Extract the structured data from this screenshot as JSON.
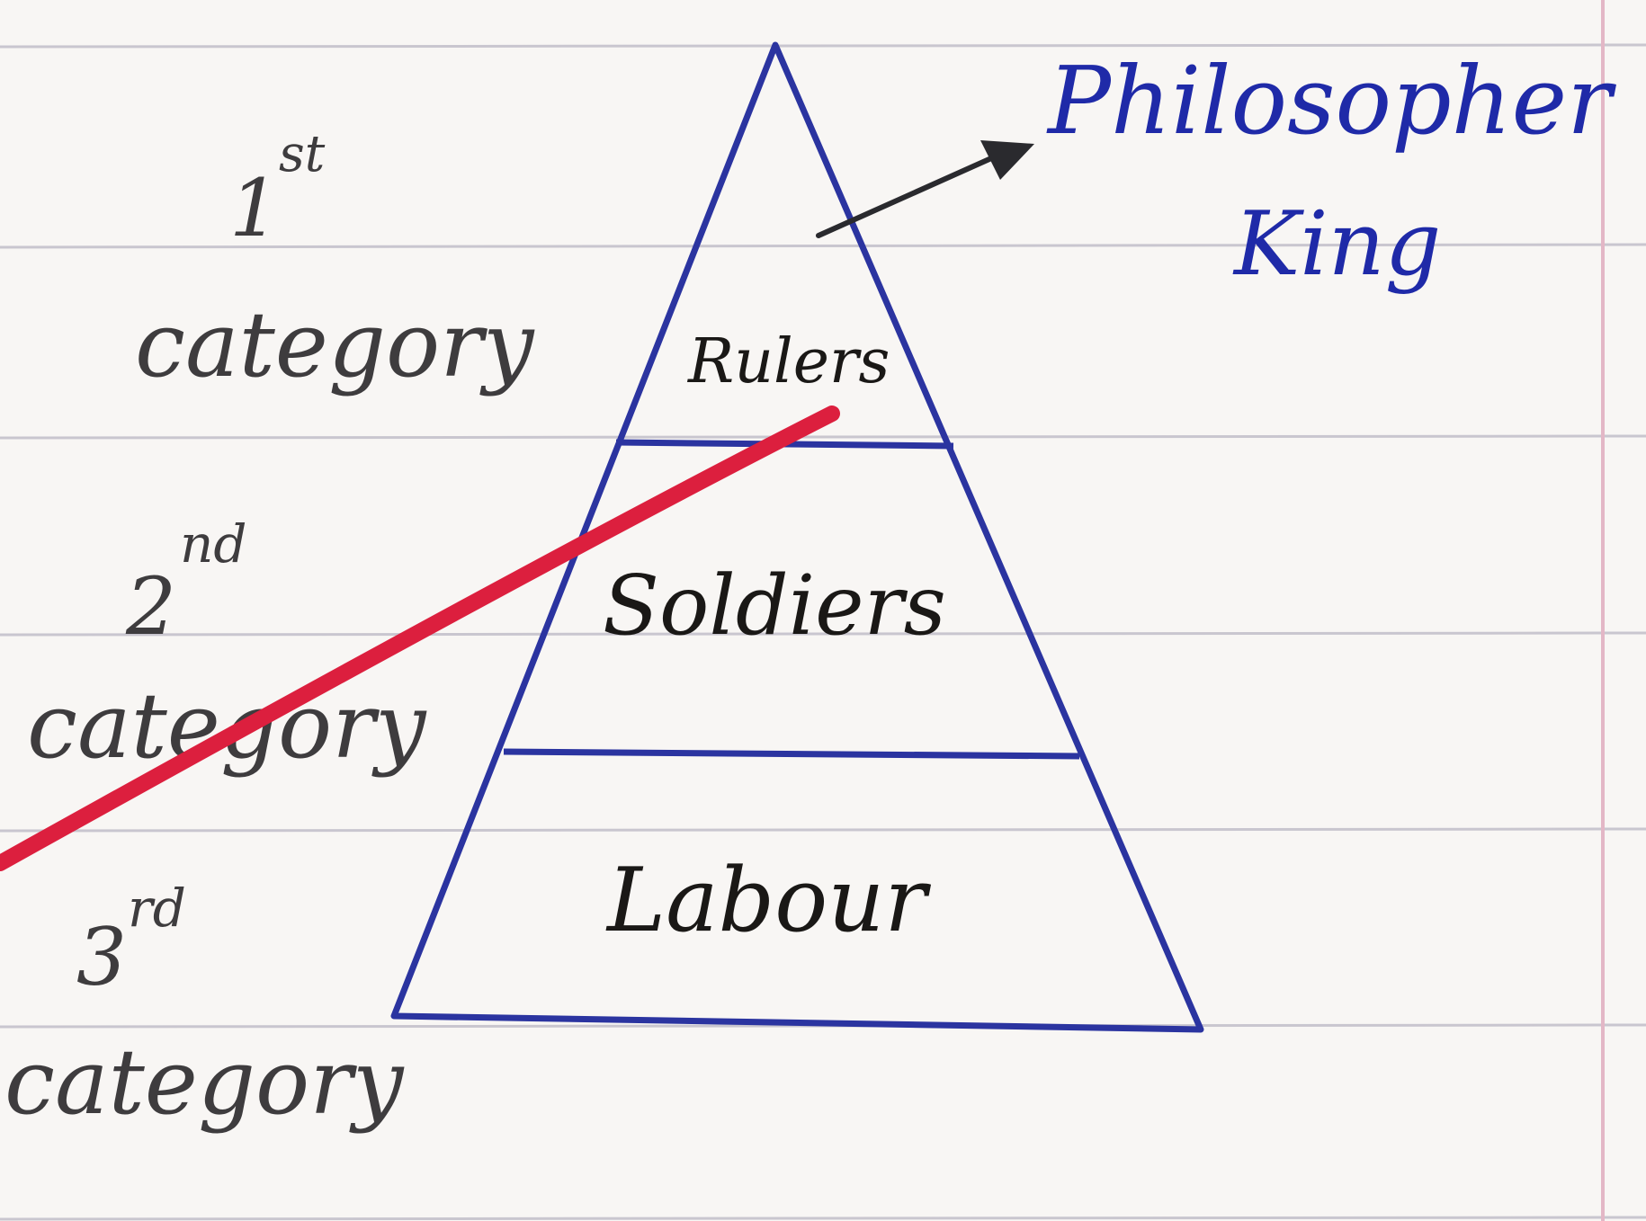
{
  "category_labels": [
    {
      "ordinal": "1",
      "suffix": "st",
      "word": "category"
    },
    {
      "ordinal": "2",
      "suffix": "nd",
      "word": "category"
    },
    {
      "ordinal": "3",
      "suffix": "rd",
      "word": "category"
    }
  ],
  "pyramid": {
    "tiers": [
      "Rulers",
      "Soldiers",
      "Labour"
    ]
  },
  "annotation": {
    "line1": "Philosopher",
    "line2": "King"
  },
  "colors": {
    "pyramid_ink": "#2b34a0",
    "annotation_ink": "#1f2aa8",
    "category_ink": "#3e3c3e",
    "tier_ink": "#1a1816",
    "ruled_line": "#c9c6cf",
    "margin_line": "#e3b7c6",
    "overlay_stroke": "#dc1f3e"
  }
}
